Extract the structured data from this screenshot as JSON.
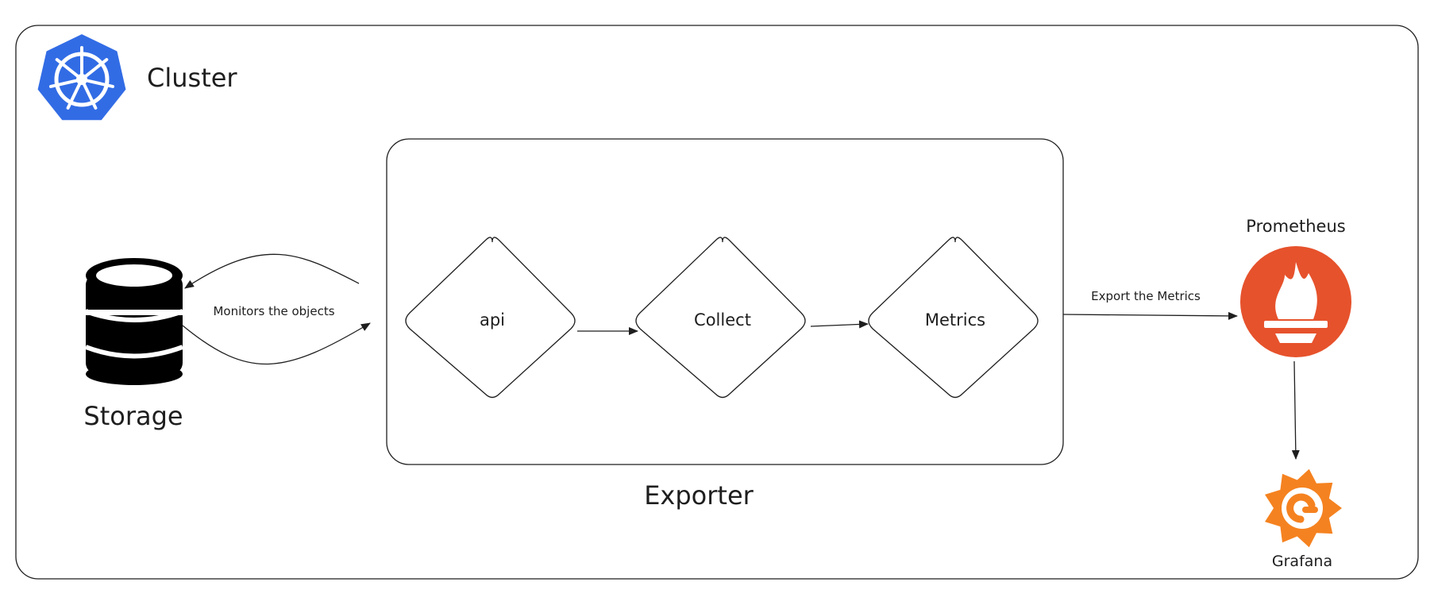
{
  "cluster": {
    "label": "Cluster",
    "icon": "kubernetes-icon",
    "icon_color": "#326ce5"
  },
  "storage": {
    "label": "Storage",
    "icon": "database-icon"
  },
  "exporter": {
    "label": "Exporter",
    "steps": [
      {
        "label": "api"
      },
      {
        "label": "Collect"
      },
      {
        "label": "Metrics"
      }
    ]
  },
  "prometheus": {
    "label": "Prometheus",
    "icon": "prometheus-flame-icon",
    "color": "#e6522c"
  },
  "grafana": {
    "label": "Grafana",
    "icon": "grafana-icon",
    "color": "#f58220"
  },
  "edges": {
    "monitor_label": "Monitors the objects",
    "export_label": "Export the Metrics"
  }
}
